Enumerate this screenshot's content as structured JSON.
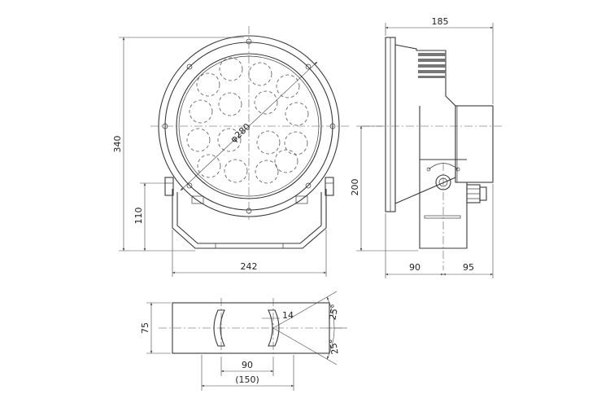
{
  "dimensions": {
    "overall_height": "340",
    "diameter": "φ280",
    "bracket_height": "110",
    "front_width": "242",
    "side_depth": "185",
    "pivot_height": "200",
    "side_left": "90",
    "side_right": "95",
    "base_depth": "75",
    "slot_width": "14",
    "angle_upper": "25°",
    "angle_lower": "25°",
    "hole_spacing": "90",
    "base_length": "(150)"
  }
}
